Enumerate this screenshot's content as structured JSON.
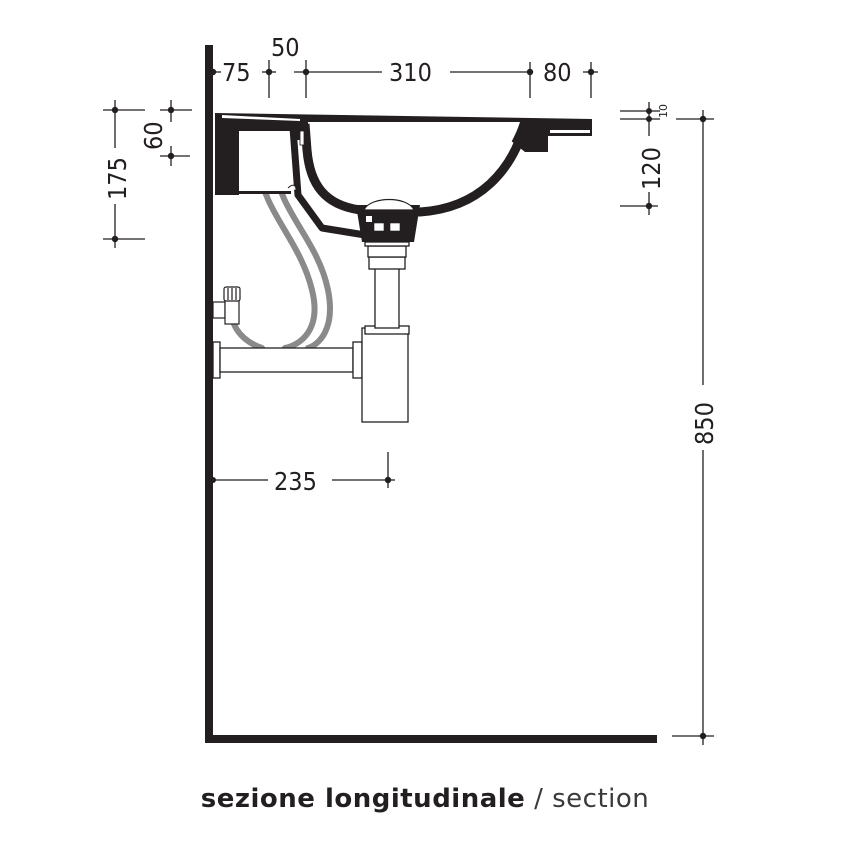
{
  "drawing": {
    "title_bold": "sezione longitudinale",
    "separator": " / ",
    "title_light": "section",
    "units": "mm",
    "colors": {
      "ink": "#231f20",
      "hose": "#8a8a8a",
      "background": "#ffffff"
    }
  },
  "dimensions": {
    "top": {
      "wall_to_basin_start": "75",
      "rim_offset": "50",
      "bowl_width": "310",
      "rear_ledge": "80"
    },
    "left": {
      "overall_depth": "175",
      "rim_height": "60"
    },
    "right": {
      "top_thickness": "10",
      "front_height": "120",
      "installation_height": "850"
    },
    "middle": {
      "drain_axis_from_wall": "235"
    }
  },
  "components": [
    {
      "name": "wall",
      "label": "wall section"
    },
    {
      "name": "floor",
      "label": "floor line"
    },
    {
      "name": "basin",
      "label": "washbasin section"
    },
    {
      "name": "supply-hoses",
      "label": "flexible supply hoses"
    },
    {
      "name": "angle-valve",
      "label": "angle stop valve"
    },
    {
      "name": "pop-up-waste",
      "label": "waste valve"
    },
    {
      "name": "bottle-trap",
      "label": "bottle siphon"
    },
    {
      "name": "wall-outlet-pipe",
      "label": "drain outlet pipe"
    }
  ]
}
